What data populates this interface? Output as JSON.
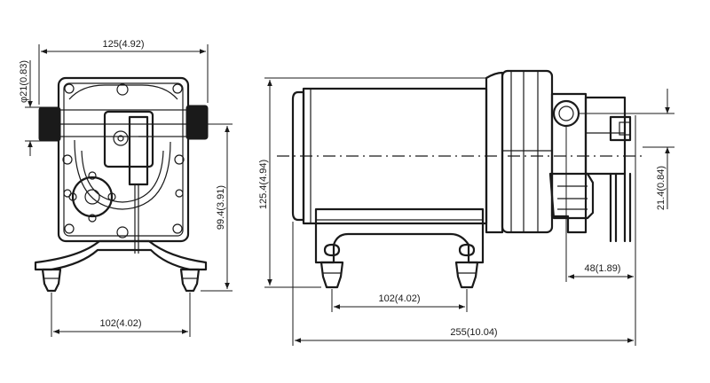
{
  "diagram": {
    "front_view": {
      "width_label": "125(4.92)",
      "port_label": "φ21(0.83)",
      "height_label": "99.4(3.91)",
      "base_label": "102(4.02)"
    },
    "side_view": {
      "height_label": "125.4(4.94)",
      "base_label": "102(4.02)",
      "length_label": "255(10.04)",
      "terminal_label": "21.4(0.84)",
      "head_label": "48(1.89)"
    },
    "colors": {
      "line": "#1a1a1a",
      "background": "#ffffff"
    }
  }
}
